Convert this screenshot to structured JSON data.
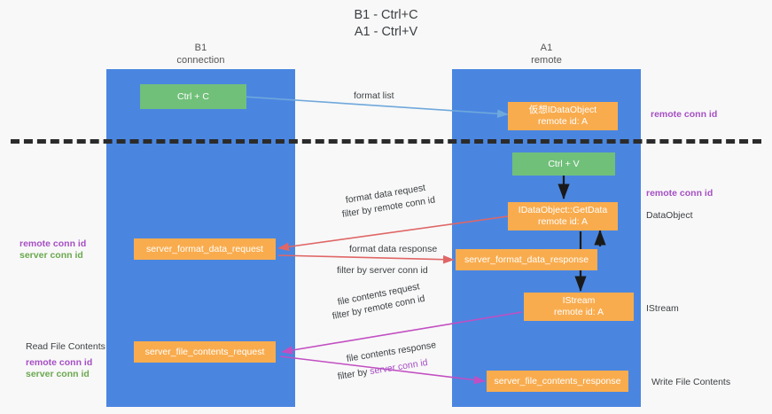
{
  "title": {
    "line1": "B1 - Ctrl+C",
    "line2": "A1 - Ctrl+V"
  },
  "lanes": [
    {
      "name": "B1",
      "sub": "connection",
      "color": "#4a86e0"
    },
    {
      "name": "A1",
      "sub": "remote",
      "color": "#4a86e0"
    }
  ],
  "nodes": {
    "ctrl_c": {
      "line1": "Ctrl + C",
      "color": "#71c07a"
    },
    "ctrl_v": {
      "line1": "Ctrl + V",
      "color": "#71c07a"
    },
    "virtual_dataobject": {
      "line1": "仮想IDataObject",
      "line2": "remote id: A",
      "color": "#f9ac4e"
    },
    "getdata": {
      "line1": "IDataObject::GetData",
      "line2": "remote id: A",
      "color": "#f9ac4e"
    },
    "istream": {
      "line1": "IStream",
      "line2": "remote id: A",
      "color": "#f9ac4e"
    },
    "server_format_data_request": {
      "line1": "server_format_data_request",
      "color": "#f9ac4e"
    },
    "server_format_data_response": {
      "line1": "server_format_data_response",
      "color": "#f9ac4e"
    },
    "server_file_contents_request": {
      "line1": "server_file_contents_request",
      "color": "#f9ac4e"
    },
    "server_file_contents_response": {
      "line1": "server_file_contents_response",
      "color": "#f9ac4e"
    }
  },
  "edge_labels": {
    "format_list": "format list",
    "format_data_request": "format data request",
    "format_data_request_filter_prefix": "filter by ",
    "format_data_request_filter_key": "remote conn id",
    "format_data_response": "format data response",
    "format_data_response_filter_prefix": "filter by ",
    "format_data_response_filter_key": "server conn id",
    "file_contents_request": "file contents request",
    "file_contents_request_filter_prefix": "filter by ",
    "file_contents_request_filter_key": "remote conn id",
    "file_contents_response": "file contents response",
    "file_contents_response_filter_prefix": "filter by ",
    "file_contents_response_filter_key": "server conn id"
  },
  "annotations": {
    "right_remote_conn_id_top": "remote conn id",
    "right_remote_conn_id_mid": "remote conn id",
    "right_dataobject": "DataObject",
    "right_istream": "IStream",
    "right_write_file_contents": "Write File Contents",
    "left_remote_conn_id_mid": "remote conn id",
    "left_server_conn_id_mid": "server conn id",
    "left_read_file_contents": "Read File Contents",
    "left_remote_conn_id_bottom": "remote conn id",
    "left_server_conn_id_bottom": "server conn id"
  },
  "colors": {
    "lane": "#4a86e0",
    "node_orange": "#f9ac4e",
    "node_green": "#71c07a",
    "accent_purple": "#a64fc4",
    "accent_green": "#6aa84f",
    "arrow_blue": "#6fa8dc",
    "arrow_red": "#e06666",
    "arrow_magenta": "#c24fc2",
    "arrow_black": "#1a1a1a",
    "background": "#f8f8f8"
  }
}
